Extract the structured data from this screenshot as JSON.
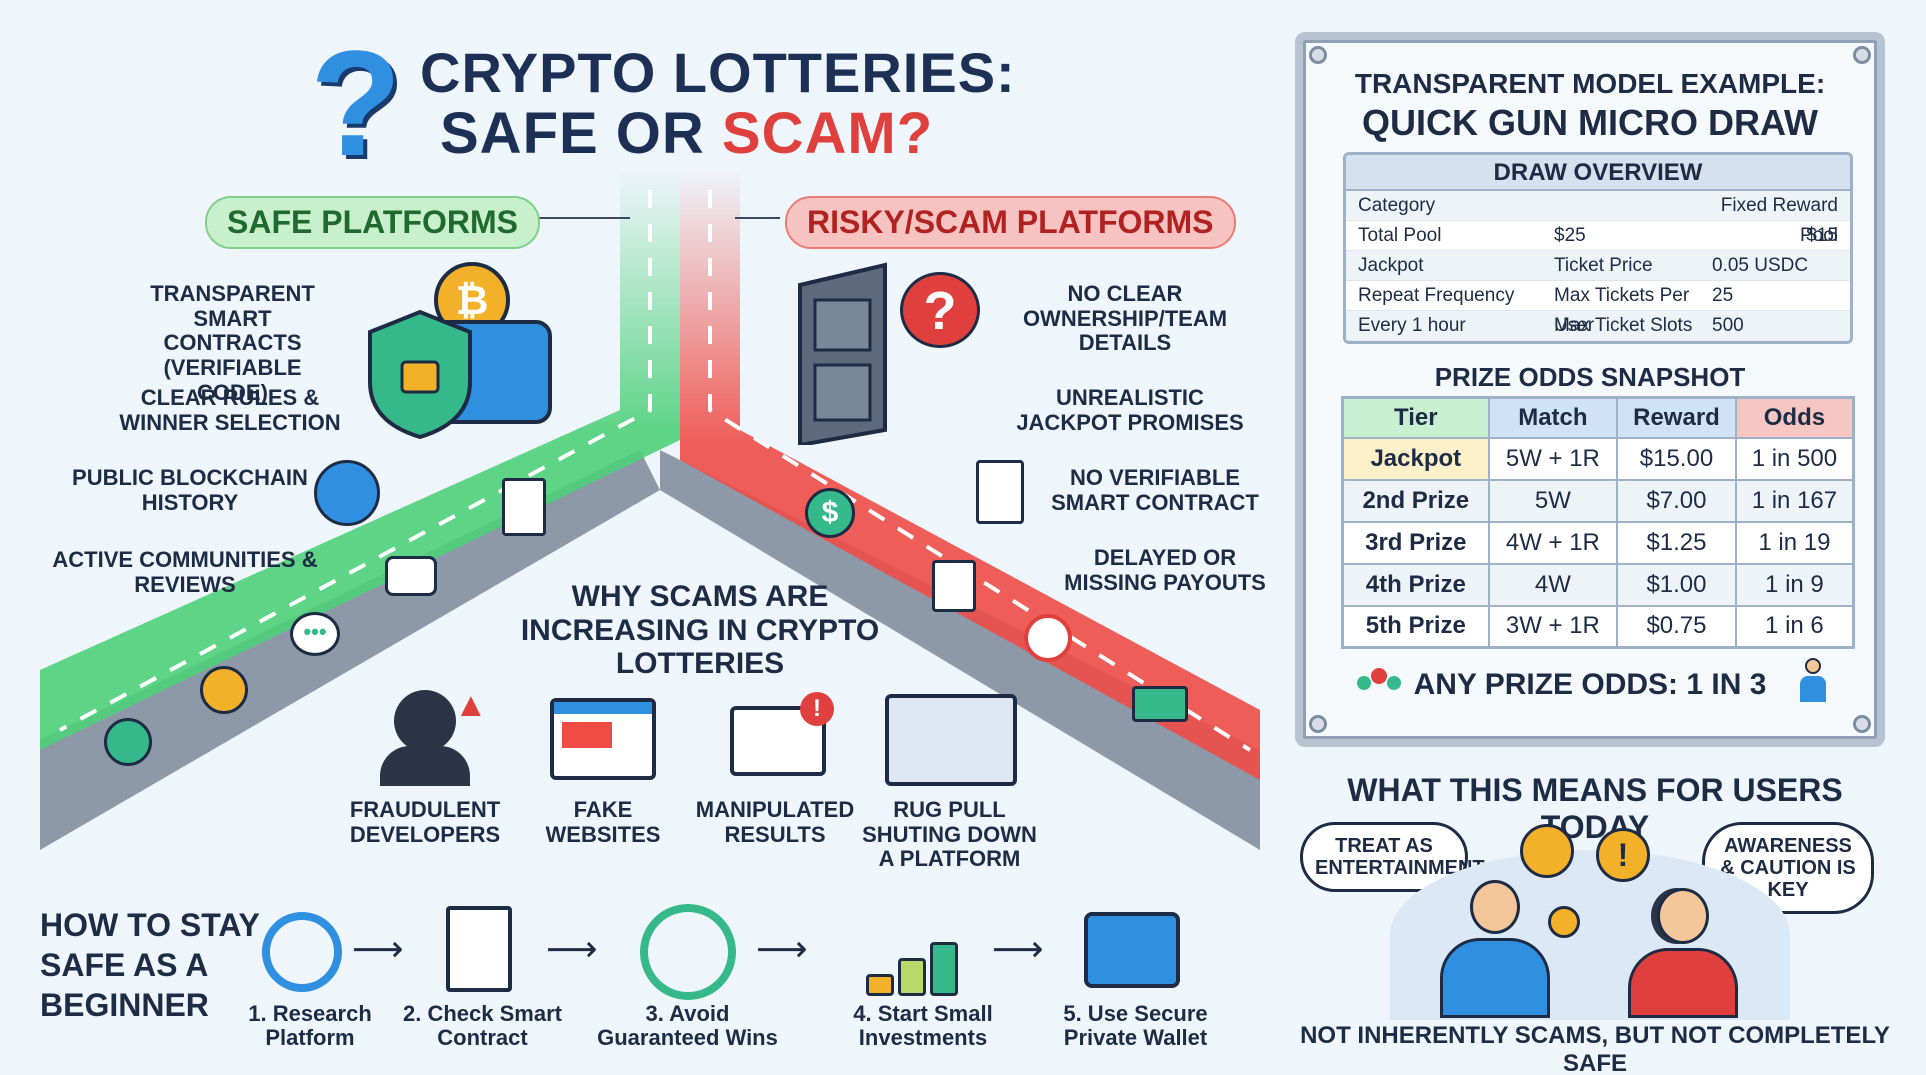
{
  "title": {
    "line1": "CRYPTO LOTTERIES:",
    "line2_safe": "SAFE OR ",
    "line2_scam": "SCAM?"
  },
  "safe": {
    "pill": "SAFE PLATFORMS",
    "features": [
      "TRANSPARENT SMART CONTRACTS (VERIFIABLE CODE)",
      "CLEAR RULES & WINNER SELECTION",
      "PUBLIC BLOCKCHAIN HISTORY",
      "ACTIVE COMMUNITIES & REVIEWS"
    ]
  },
  "risky": {
    "pill": "RISKY/SCAM PLATFORMS",
    "features": [
      "NO CLEAR OWNERSHIP/TEAM DETAILS",
      "UNREALISTIC JACKPOT PROMISES",
      "NO VERIFIABLE SMART CONTRACT",
      "DELAYED OR MISSING PAYOUTS"
    ]
  },
  "why": {
    "title": "WHY SCAMS ARE INCREASING IN CRYPTO LOTTERIES",
    "items": [
      "FRAUDULENT DEVELOPERS",
      "FAKE WEBSITES",
      "MANIPULATED RESULTS",
      "RUG PULL SHUTING DOWN A PLATFORM"
    ]
  },
  "howto": {
    "title": "HOW TO STAY SAFE AS A BEGINNER",
    "steps": [
      "1. Research Platform",
      "2. Check Smart Contract",
      "3. Avoid Guaranteed Wins",
      "4. Start Small Investments",
      "5. Use Secure Private Wallet"
    ]
  },
  "card": {
    "title1": "TRANSPARENT MODEL EXAMPLE:",
    "title2": "QUICK GUN MICRO DRAW",
    "overview_title": "DRAW OVERVIEW",
    "overview_rows": [
      [
        "Category",
        "",
        "Fixed Reward Pool"
      ],
      [
        "Total Pool",
        "$25",
        "$15"
      ],
      [
        "Jackpot",
        "Ticket Price",
        "0.05 USDC"
      ],
      [
        "Repeat Frequency",
        "Max Tickets Per User",
        "25"
      ],
      [
        "Every 1 hour",
        "Max Ticket Slots",
        "500"
      ]
    ],
    "odds_title": "PRIZE ODDS SNAPSHOT",
    "odds_headers": [
      "Tier",
      "Match",
      "Reward",
      "Odds"
    ],
    "odds_rows": [
      [
        "Jackpot",
        "5W + 1R",
        "$15.00",
        "1 in 500"
      ],
      [
        "2nd Prize",
        "5W",
        "$7.00",
        "1 in 167"
      ],
      [
        "3rd Prize",
        "4W + 1R",
        "$1.25",
        "1 in 19"
      ],
      [
        "4th Prize",
        "4W",
        "$1.00",
        "1 in 9"
      ],
      [
        "5th Prize",
        "3W + 1R",
        "$0.75",
        "1 in 6"
      ]
    ],
    "any_odds": "ANY PRIZE ODDS: 1 IN 3"
  },
  "users": {
    "title": "WHAT THIS MEANS FOR USERS TODAY",
    "bubble_left": "TREAT AS ENTERTAINMENT",
    "bubble_right": "AWARENESS & CAUTION IS KEY",
    "footer": "NOT INHERENTLY SCAMS, BUT NOT COMPLETELY SAFE"
  },
  "colors": {
    "safe": "#3ec46d",
    "risky": "#e0403d",
    "navy": "#1c2f55",
    "blue": "#2f8fe0"
  }
}
